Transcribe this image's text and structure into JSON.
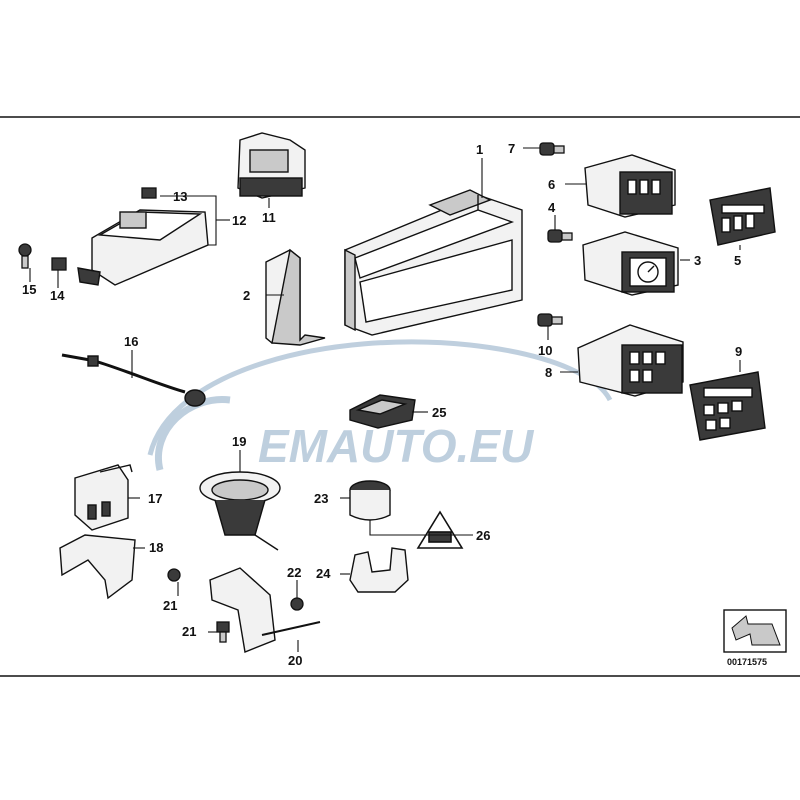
{
  "diagram": {
    "document_number": "00171575",
    "watermark": {
      "text": "EMAUTO.EU",
      "color_main": "#a9bfd3",
      "color_accent": "#e3a4a4"
    },
    "colors": {
      "stroke": "#111111",
      "panel": "#f2f2f2",
      "shade": "#c9c9c9",
      "dark": "#3a3a3a"
    },
    "labels": {
      "l1": "1",
      "l2": "2",
      "l3": "3",
      "l4": "4",
      "l5": "5",
      "l6": "6",
      "l7": "7",
      "l8": "8",
      "l9": "9",
      "l10": "10",
      "l11": "11",
      "l12": "12",
      "l13": "13",
      "l14": "14",
      "l15": "15",
      "l16": "16",
      "l17": "17",
      "l18": "18",
      "l19": "19",
      "l20": "20",
      "l21a": "21",
      "l21b": "21",
      "l22": "22",
      "l23": "23",
      "l24": "24",
      "l25": "25",
      "l26": "26"
    }
  }
}
